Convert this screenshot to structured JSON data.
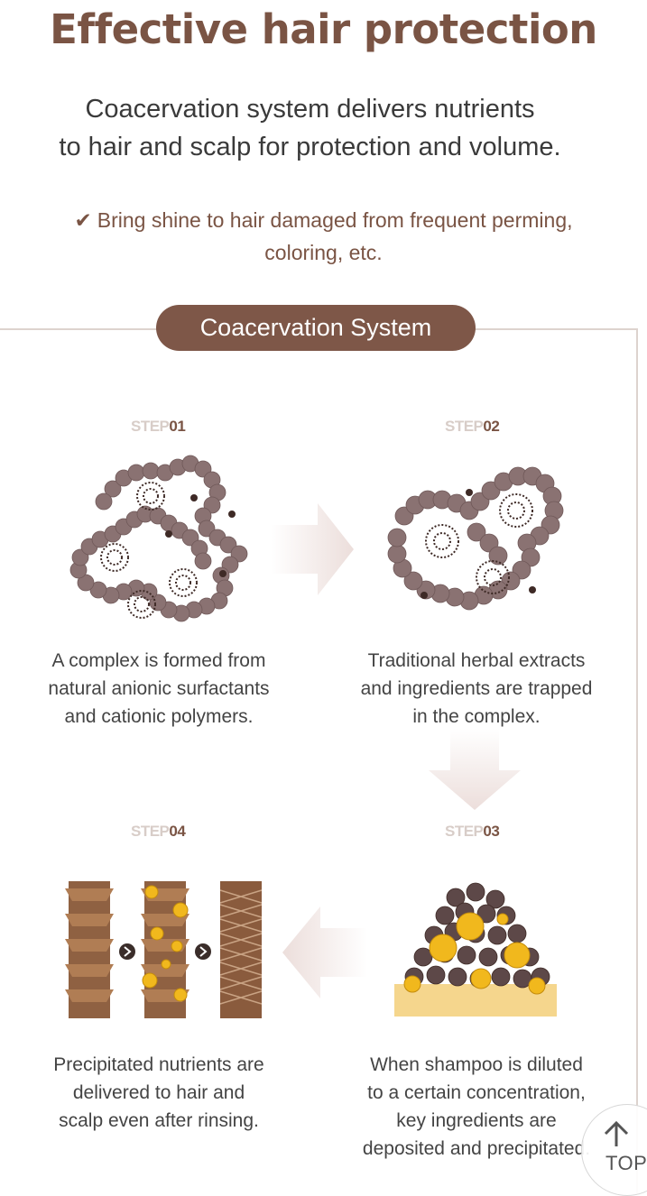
{
  "header": {
    "title": "Effective hair protection",
    "subtitle_line1": "Coacervation system delivers nutrients",
    "subtitle_line2": "to hair and scalp for protection and volume.",
    "benefit_line1": "Bring shine to hair damaged from frequent perming,",
    "benefit_line2": "coloring, etc."
  },
  "system": {
    "label": "Coacervation System"
  },
  "steps": [
    {
      "prefix": "STEP",
      "number": "01",
      "caption": [
        "A complex is formed from",
        "natural anionic surfactants",
        "and cationic polymers."
      ]
    },
    {
      "prefix": "STEP",
      "number": "02",
      "caption": [
        "Traditional herbal extracts",
        "and ingredients are trapped",
        "in the complex."
      ]
    },
    {
      "prefix": "STEP",
      "number": "03",
      "caption": [
        "When shampoo is diluted",
        "to a certain concentration,",
        "key ingredients are",
        "deposited and precipitated."
      ]
    },
    {
      "prefix": "STEP",
      "number": "04",
      "caption": [
        "Precipitated nutrients are",
        "delivered to hair and",
        "scalp even after rinsing."
      ]
    }
  ],
  "top_button": {
    "label": "TOP",
    "icon": "arrow-up-icon"
  },
  "colors": {
    "brand_brown": "#7e5748",
    "polymer_bead": "#8a7272",
    "step_gray": "#d8cdc8",
    "nutrient_gold": "#f1b81d",
    "hair_brown": "#8f6142",
    "arrow_fill": "#ecdedb"
  }
}
